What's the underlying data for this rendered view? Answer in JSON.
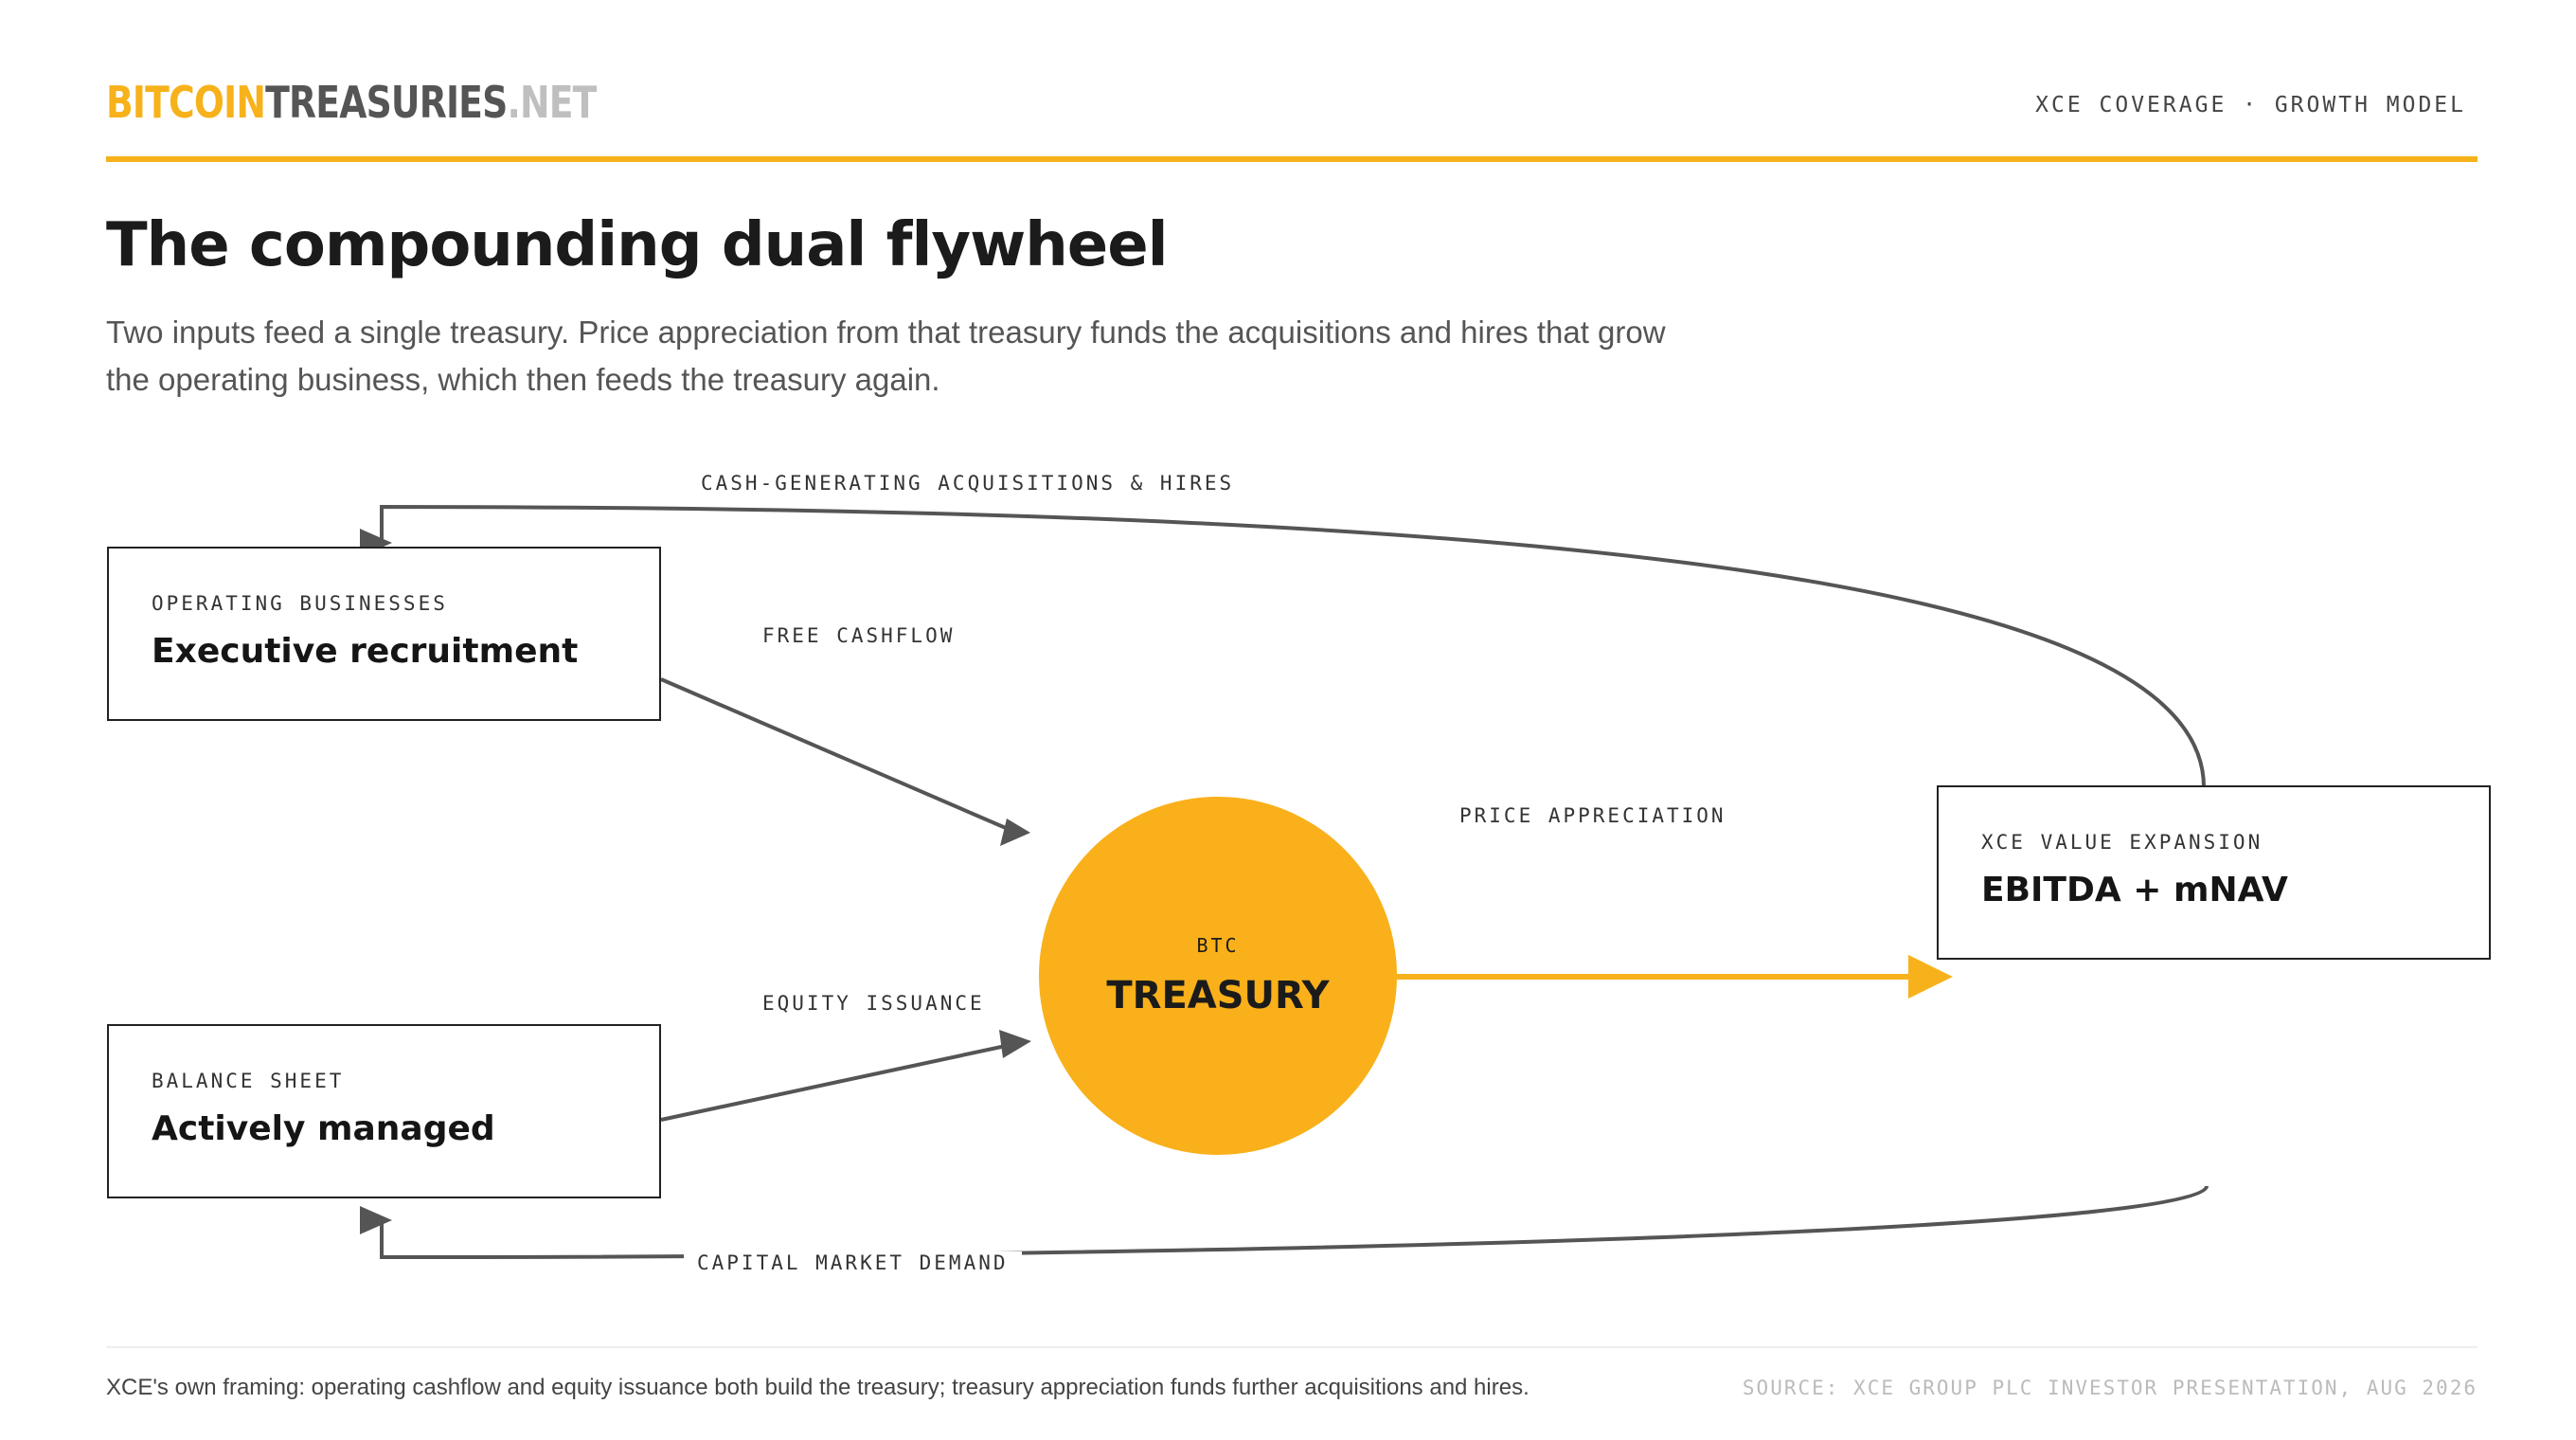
{
  "header": {
    "brand_part1": "BITCOIN",
    "brand_part2": "TREASURIES",
    "brand_part3": ".NET",
    "tag": "XCE COVERAGE · GROWTH MODEL"
  },
  "title": "The compounding dual flywheel",
  "subtitle": "Two inputs feed a single treasury. Price appreciation from that treasury funds the acquisitions and hires that grow the operating business, which then feeds the treasury again.",
  "nodes": {
    "operating": {
      "kicker": "OPERATING BUSINESSES",
      "name": "Executive recruitment"
    },
    "balance": {
      "kicker": "BALANCE SHEET",
      "name": "Actively managed"
    },
    "treasury": {
      "kicker": "BTC",
      "name": "TREASURY"
    },
    "value": {
      "kicker": "XCE VALUE EXPANSION",
      "name": "EBITDA + mNAV"
    }
  },
  "flows": {
    "acquisitions": "CASH-GENERATING ACQUISITIONS & HIRES",
    "free_cashflow": "FREE CASHFLOW",
    "price_appreciation": "PRICE APPRECIATION",
    "equity_issuance": "EQUITY ISSUANCE",
    "capital_demand": "CAPITAL MARKET DEMAND"
  },
  "footer": {
    "note": "XCE's own framing: operating cashflow and equity issuance both build the treasury; treasury appreciation funds further acquisitions and hires.",
    "source": "SOURCE: XCE GROUP PLC INVESTOR PRESENTATION, AUG 2026"
  },
  "colors": {
    "accent": "#f7b21b",
    "treasury": "#f9b01a",
    "line": "#555555"
  }
}
